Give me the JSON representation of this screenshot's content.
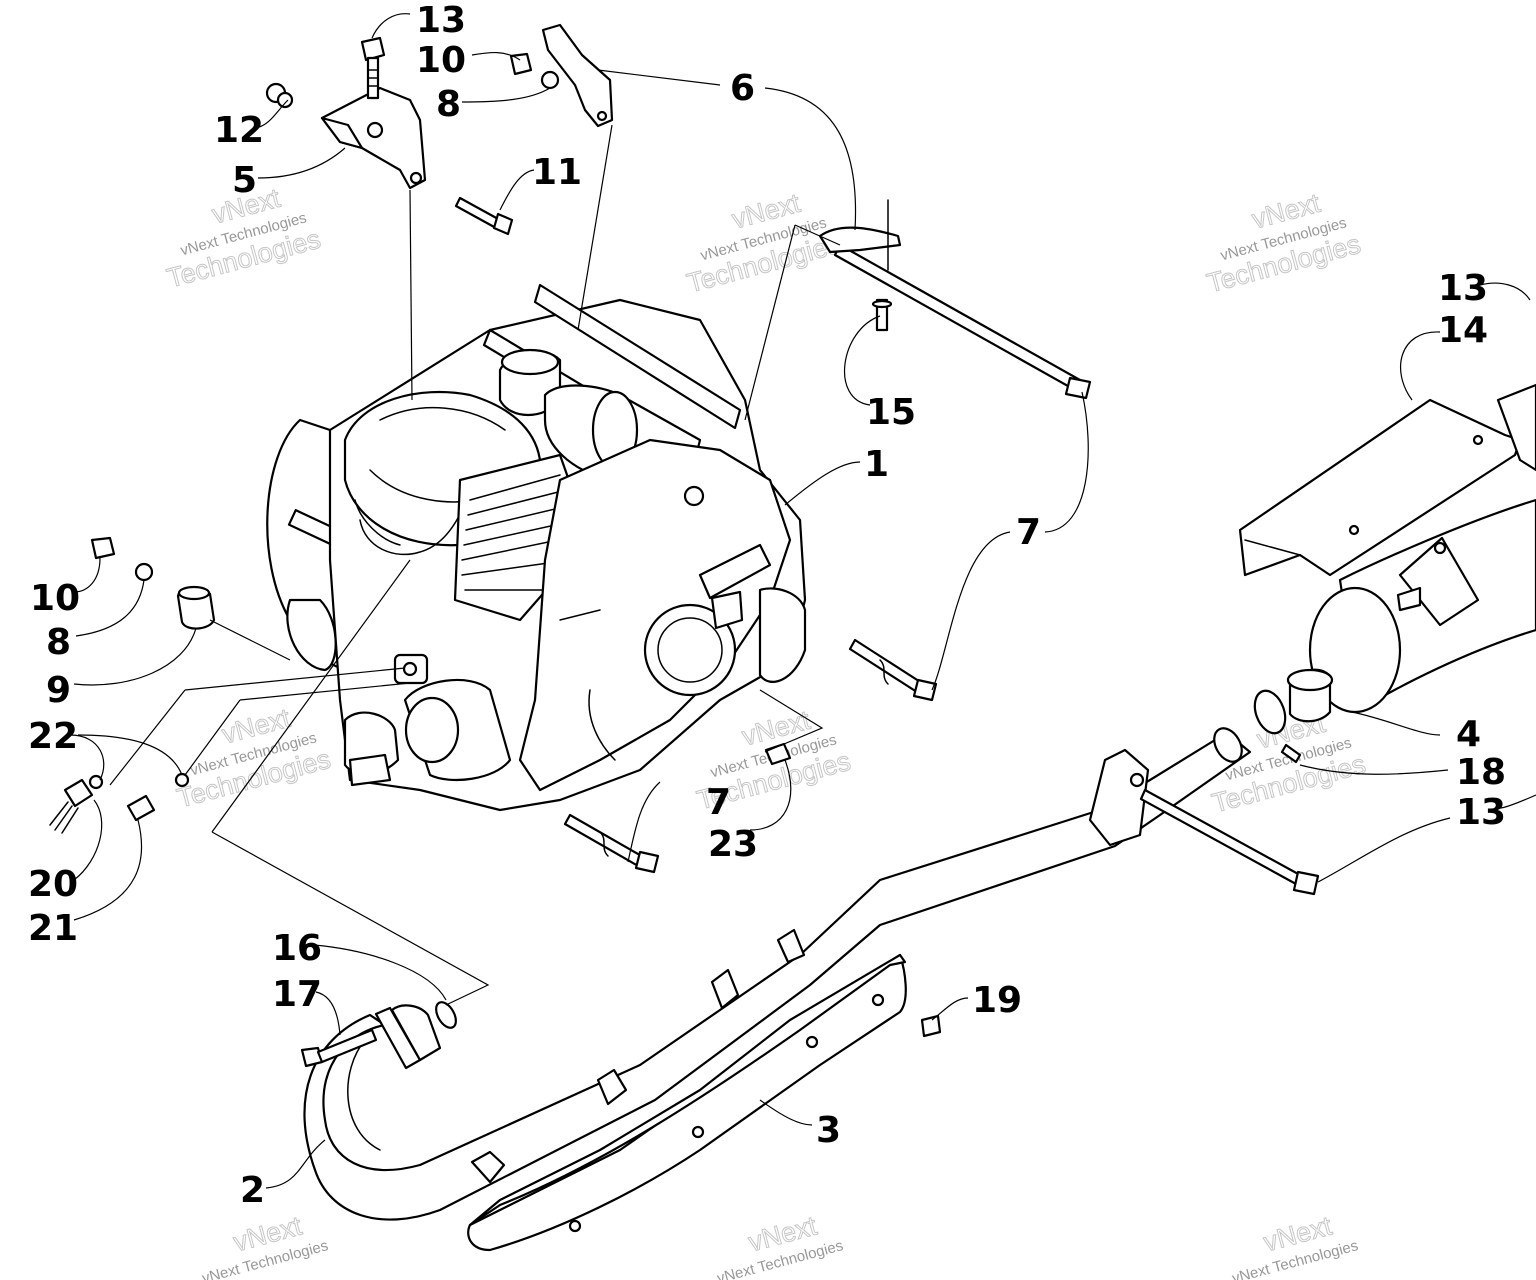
{
  "diagram": {
    "watermark": {
      "line1": "vNext",
      "line2": "vNext Technologies",
      "line3": "Technologies"
    },
    "callouts": [
      "13",
      "10",
      "8",
      "12",
      "5",
      "11",
      "6",
      "15",
      "1",
      "7",
      "13",
      "14",
      "10",
      "8",
      "9",
      "22",
      "4",
      "18",
      "13",
      "7",
      "23",
      "20",
      "21",
      "16",
      "17",
      "19",
      "3",
      "2"
    ]
  }
}
